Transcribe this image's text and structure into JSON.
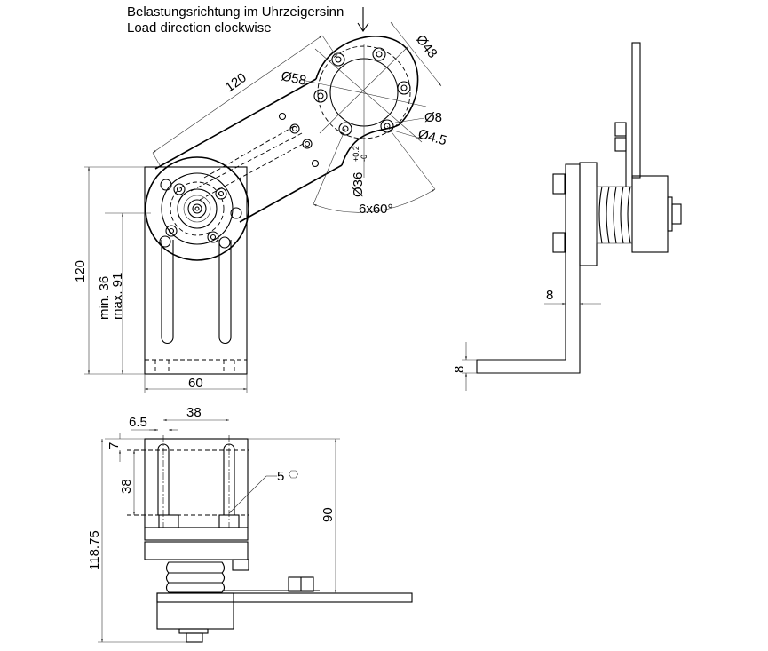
{
  "note": {
    "line1": "Belastungsrichtung im Uhrzeigersinn",
    "line2": "Load direction clockwise",
    "arrow_icon": "down-arrow"
  },
  "top_view": {
    "arm_length": "120",
    "d_outer": "Ø58",
    "d_bolt_circle": "Ø48",
    "d_hole_outer": "Ø8",
    "d_hole_inner": "Ø4.5",
    "d_bore": "Ø36",
    "bore_tol_upper": "+0.2",
    "bore_tol_lower": "-0",
    "hole_pattern": "6x60°",
    "height": "120",
    "slot_min": "min. 36",
    "slot_max": "max. 91",
    "width": "60"
  },
  "side_view": {
    "plate_thickness": "8",
    "base_thickness": "8"
  },
  "front_view": {
    "slot_offset": "6.5",
    "slot_spacing": "38",
    "top_margin": "7",
    "slot_length": "38",
    "wrench_size": "5",
    "hex_icon": "hexagon",
    "arm_height": "90",
    "total_height": "118.75"
  }
}
